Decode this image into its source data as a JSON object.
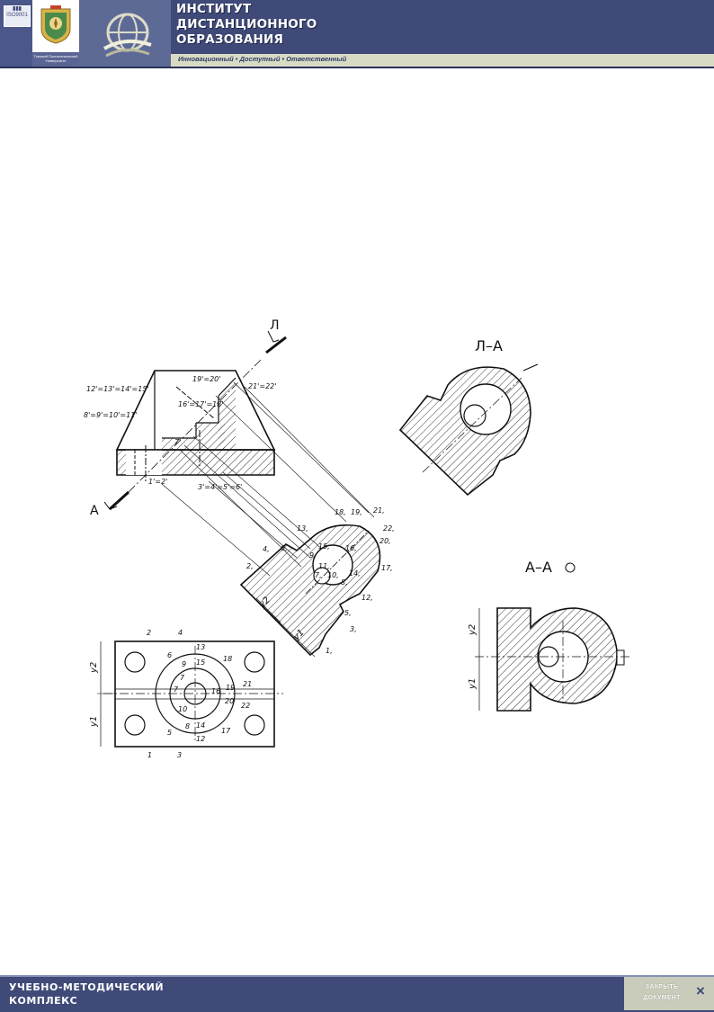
{
  "header": {
    "iso_badge": "ISO9001",
    "university_caption": "Томский Политехнический Университет",
    "title_line1": "ИНСТИТУТ",
    "title_line2": "ДИСТАНЦИОННОГО",
    "title_line3": "ОБРАЗОВАНИЯ",
    "slogan": "Инновационный • Доступный • Ответственный"
  },
  "drawing": {
    "section_label_top": "Л–А",
    "section_label_right": "А–А",
    "cut_label_top": "Л",
    "cut_label_bottom": "А",
    "labels": {
      "l12_15": "12'=13'=14'=15'",
      "l8_11": "8'=9'=10'=11'",
      "l19_20": "19'=20'",
      "l21_22": "21'=22'",
      "l16_18": "16'=17'=18'",
      "l7": "7'",
      "l3_6": "3'=4'=5'=6'",
      "l1_2": "1'=2'",
      "p18": "18,",
      "p19": "19,",
      "p21": "21,",
      "p22": "22,",
      "p20": "20,",
      "p13": "13,",
      "p15": "15,",
      "p16": "16,",
      "p9": "9,",
      "p11": "11,",
      "p4": "4,",
      "p6": "6,",
      "p2": "2,",
      "p7": "7,",
      "p10": "10,",
      "p8": "8,",
      "p14": "14,",
      "p17": "17,",
      "p12": "12,",
      "p5": "5,",
      "p3": "3,",
      "p1": "1,",
      "y2": "y2",
      "y1": "y1",
      "t2": "2",
      "t4": "4",
      "t6": "6",
      "t13": "13",
      "t18": "18",
      "t9": "9",
      "t15": "15",
      "t7": "7",
      "t71": "7",
      "t16": "16",
      "t19": "19",
      "t21": "21",
      "t20": "20",
      "t22": "22",
      "t10": "10",
      "t8": "8",
      "t14": "14",
      "t17": "17",
      "t5": "5",
      "t12": "12",
      "t1": "1",
      "t3": "3"
    }
  },
  "footer": {
    "line1": "УЧЕБНО-МЕТОДИЧЕСКИЙ",
    "line2": "КОМПЛЕКС",
    "close_line1": "ЗАКРЫТЬ",
    "close_line2": "ДОКУМЕНТ",
    "close_icon": "×"
  }
}
